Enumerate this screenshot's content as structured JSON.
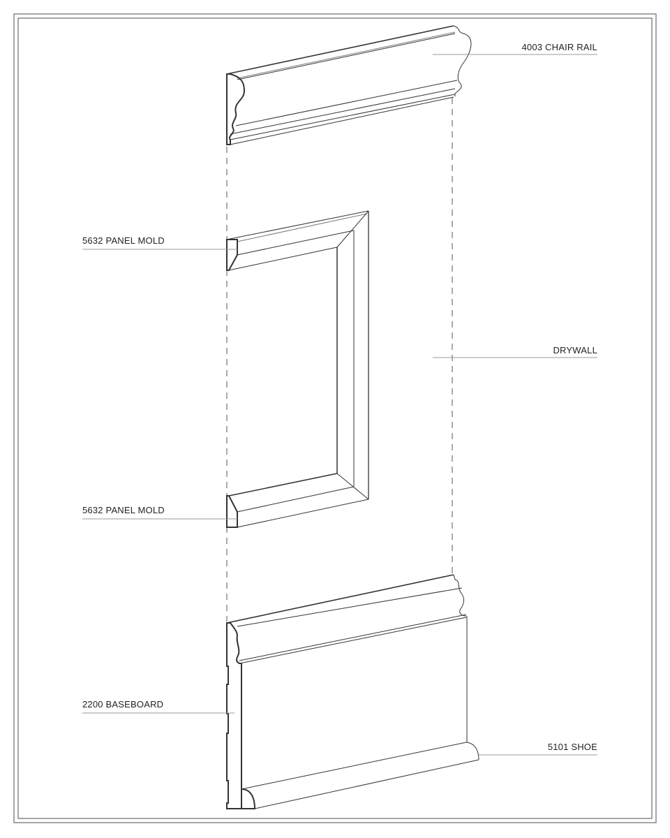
{
  "labels": {
    "chair_rail": "4003 CHAIR RAIL",
    "panel_mold_top": "5632 PANEL MOLD",
    "drywall": "DRYWALL",
    "panel_mold_bottom": "5632 PANEL MOLD",
    "baseboard": "2200 BASEBOARD",
    "shoe": "5101 SHOE"
  },
  "colors": {
    "line": "#333333",
    "leader": "#999999",
    "border": "#888888"
  }
}
